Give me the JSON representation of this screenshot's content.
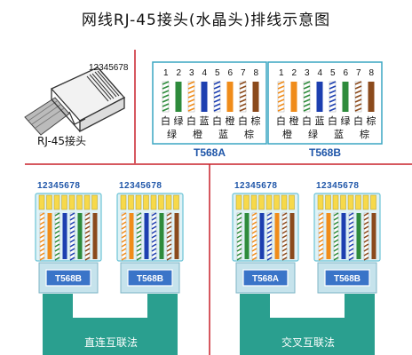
{
  "title": "网线RJ-45接头(水晶头)排线示意图",
  "connector": {
    "pin_numbers": "12345678",
    "caption": "RJ-45接头"
  },
  "pin_labels": [
    "1",
    "2",
    "3",
    "4",
    "5",
    "6",
    "7",
    "8"
  ],
  "standards": [
    {
      "name": "T568A",
      "wire_top": [
        "白",
        "绿",
        "白",
        "蓝",
        "白",
        "橙",
        "白",
        "棕"
      ],
      "wire_bottom": [
        "绿",
        "",
        "橙",
        "",
        "蓝",
        "",
        "棕",
        ""
      ],
      "colors": [
        "#2e8b3c",
        "#2e8b3c",
        "#f08c1a",
        "#1d3fb0",
        "#1d3fb0",
        "#f08c1a",
        "#8b4a1c",
        "#8b4a1c"
      ],
      "striped": [
        true,
        false,
        true,
        false,
        true,
        false,
        true,
        false
      ]
    },
    {
      "name": "T568B",
      "wire_top": [
        "白",
        "橙",
        "白",
        "蓝",
        "白",
        "绿",
        "白",
        "棕"
      ],
      "wire_bottom": [
        "橙",
        "",
        "绿",
        "",
        "蓝",
        "",
        "棕",
        ""
      ],
      "colors": [
        "#f08c1a",
        "#f08c1a",
        "#2e8b3c",
        "#1d3fb0",
        "#1d3fb0",
        "#2e8b3c",
        "#8b4a1c",
        "#8b4a1c"
      ],
      "striped": [
        true,
        false,
        true,
        false,
        true,
        false,
        true,
        false
      ]
    }
  ],
  "cables": [
    {
      "caption": "直连互联法",
      "plug_left": {
        "pins": "12345678",
        "label": "T568B"
      },
      "plug_right": {
        "pins": "12345678",
        "label": "T568B"
      }
    },
    {
      "caption": "交叉互联法",
      "plug_left": {
        "pins": "12345678",
        "label": "T568A"
      },
      "plug_right": {
        "pins": "12345678",
        "label": "T568B"
      }
    }
  ],
  "colors": {
    "divider": "#c8202a",
    "cable": "#2a9f8f",
    "plug_label_box": "#3a74c8",
    "standard_box": "#3aa6c2",
    "standard_name": "#1e55a8"
  }
}
